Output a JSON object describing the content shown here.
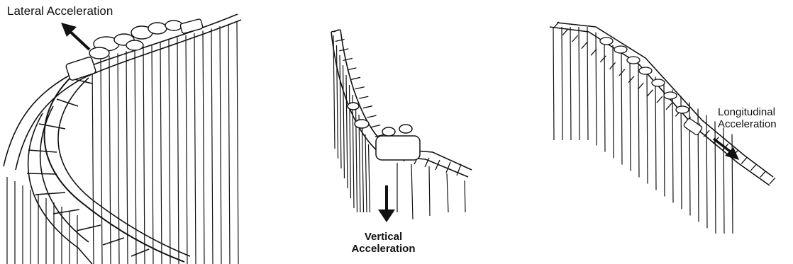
{
  "panels": {
    "lateral": {
      "label": "Lateral Acceleration",
      "arrow_icon": "arrow-up-left-icon"
    },
    "vertical": {
      "label_lines": [
        "Vertical",
        "Acceleration"
      ],
      "arrow_icon": "arrow-down-icon"
    },
    "longitudinal": {
      "label_lines": [
        "Longitudinal",
        "Acceleration"
      ],
      "arrow_icon": "arrow-down-right-icon"
    }
  },
  "colors": {
    "ink": "#111111",
    "paper": "#ffffff"
  }
}
